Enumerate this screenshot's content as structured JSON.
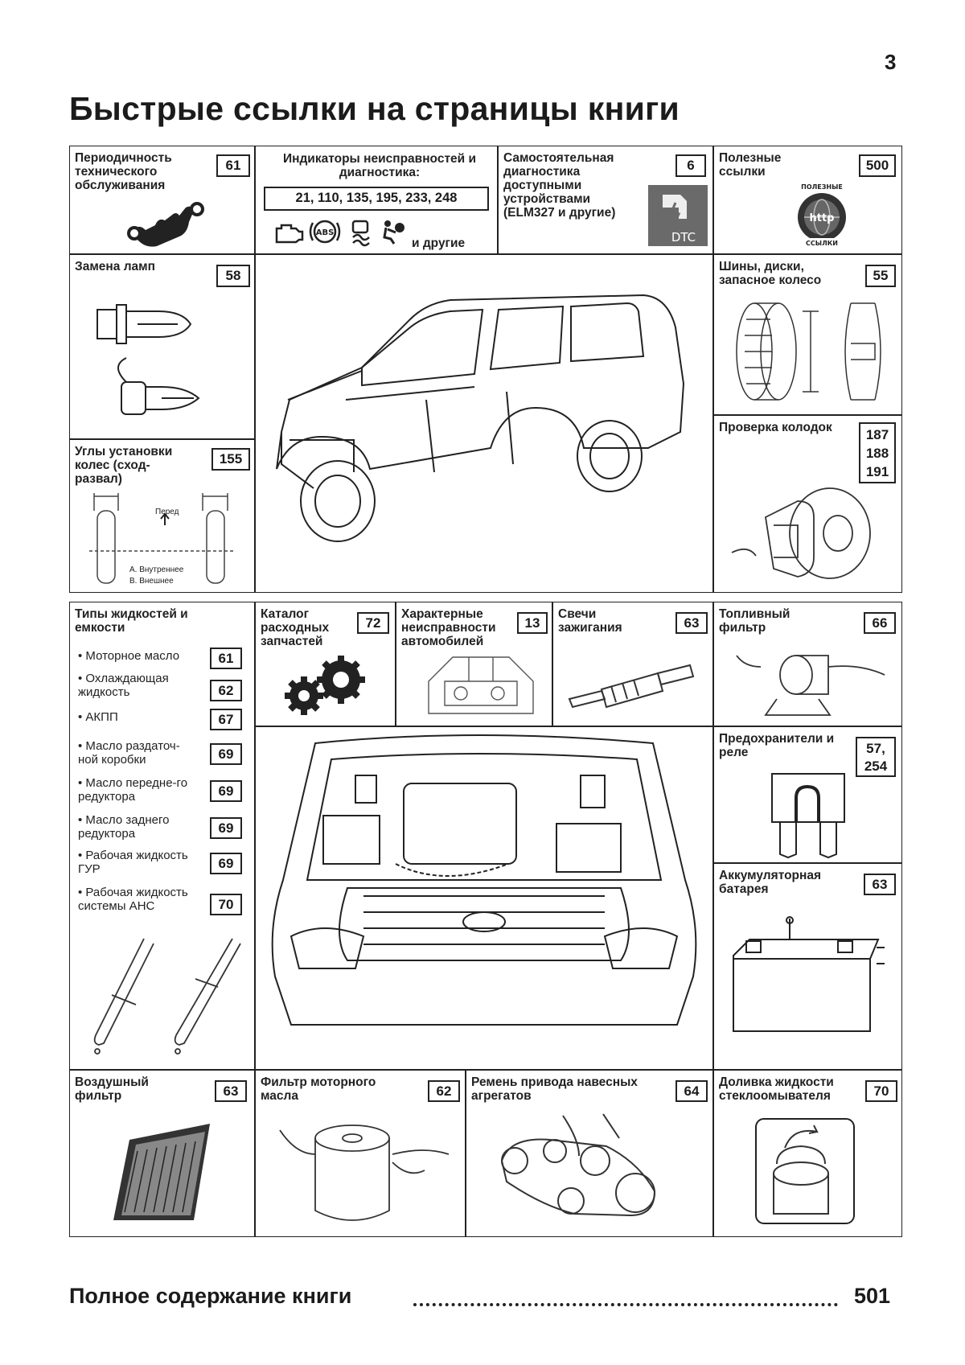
{
  "page_number": "3",
  "title": "Быстрые ссылки на страницы книги",
  "cells": {
    "periodic": {
      "label": "Периодичность технического обслуживания",
      "page": "61"
    },
    "indicators": {
      "label": "Индикаторы неисправностей и диагностика:",
      "codes": "21, 110, 135, 195, 233, 248",
      "other": "и другие"
    },
    "selfdiag": {
      "label": "Самостоятельная диагностика доступными устройствами (ELM327 и другие)",
      "page": "6",
      "icon_text": "DTC"
    },
    "useful": {
      "label": "Полезные ссылки",
      "page": "500",
      "badge_top": "ПОЛЕЗНЫЕ",
      "badge_mid": "http",
      "badge_bot": "ССЫЛКИ"
    },
    "lamps": {
      "label": "Замена ламп",
      "page": "58"
    },
    "tires": {
      "label": "Шины, диски, запасное колесо",
      "page": "55"
    },
    "alignment": {
      "label": "Углы установки колес (сход-развал)",
      "page": "155",
      "front_label": "Перед",
      "a_label": "А. Внутреннее",
      "b_label": "В. Внешнее"
    },
    "pads": {
      "label": "Проверка колодок",
      "pages": [
        "187",
        "188",
        "191"
      ]
    },
    "fluids": {
      "label": "Типы жидкостей и емкости",
      "items": [
        {
          "text": "Моторное масло",
          "page": "61"
        },
        {
          "text": "Охлаждающая жидкость",
          "page": "62"
        },
        {
          "text": "АКПП",
          "page": "67"
        },
        {
          "text": "Масло раздаточ-ной коробки",
          "page": "69"
        },
        {
          "text": "Масло передне-го редуктора",
          "page": "69"
        },
        {
          "text": "Масло заднего редуктора",
          "page": "69"
        },
        {
          "text": "Рабочая жидкость ГУР",
          "page": "69"
        },
        {
          "text": "Рабочая жидкость системы АНС",
          "page": "70"
        }
      ]
    },
    "catalog": {
      "label": "Каталог расходных запчастей",
      "page": "72"
    },
    "faults": {
      "label": "Характерные неисправности автомобилей",
      "page": "13"
    },
    "plugs": {
      "label": "Свечи зажигания",
      "page": "63"
    },
    "fuelfilter": {
      "label": "Топливный фильтр",
      "page": "66"
    },
    "fuses": {
      "label": "Предохранители и реле",
      "page": "57, 254"
    },
    "battery": {
      "label": "Аккумуляторная батарея",
      "page": "63"
    },
    "airfilter": {
      "label": "Воздушный фильтр",
      "page": "63"
    },
    "oilfilter": {
      "label": "Фильтр моторного масла",
      "page": "62"
    },
    "belt": {
      "label": "Ремень привода навесных агрегатов",
      "page": "64"
    },
    "washer": {
      "label": "Доливка жидкости стеклоомывателя",
      "page": "70"
    }
  },
  "footer": {
    "text": "Полное содержание книги",
    "page": "501"
  }
}
